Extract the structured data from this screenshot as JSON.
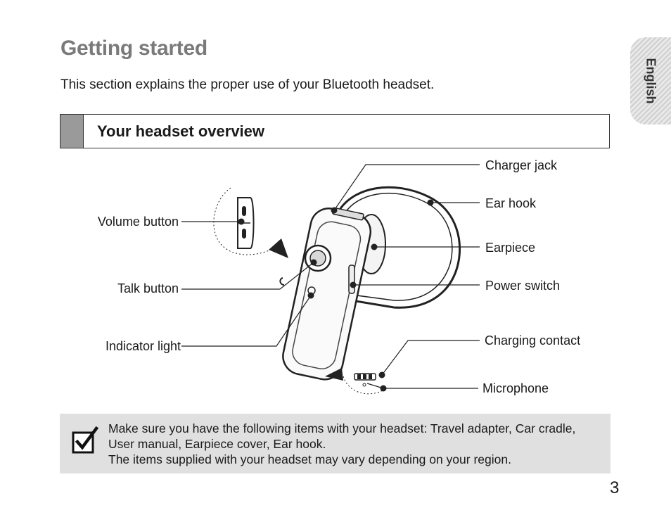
{
  "page": {
    "title": "Getting started",
    "intro": "This section explains the proper use of your Bluetooth headset.",
    "language_tab": "English",
    "page_number": "3"
  },
  "section": {
    "heading": "Your headset overview"
  },
  "diagram": {
    "labels": {
      "charger_jack": "Charger jack",
      "ear_hook": "Ear hook",
      "earpiece": "Earpiece",
      "power_switch": "Power switch",
      "charging_contact": "Charging contact",
      "microphone": "Microphone",
      "volume_button": "Volume button",
      "talk_button": "Talk button",
      "indicator_light": "Indicator light"
    }
  },
  "note": {
    "icon": "checkbox-check-icon",
    "lines": [
      "Make sure you have the following items with your headset: Travel adapter, Car cradle,",
      "User manual, Earpiece cover, Ear hook.",
      "The items supplied with your headset may vary depending on your region."
    ]
  },
  "colors": {
    "title": "#7a7a7a",
    "section_bar": "#9a9a9a",
    "note_background": "#e0e0e0"
  }
}
